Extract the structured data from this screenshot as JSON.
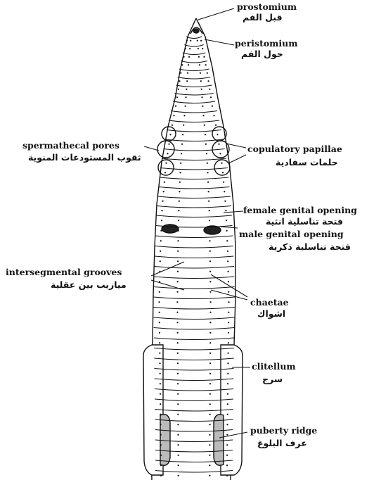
{
  "labels": {
    "prostomium": {
      "en": "prostomium",
      "ar": "قبل الفم"
    },
    "peristomium": {
      "en": "peristomium",
      "ar": "حول الفم"
    },
    "spermathecal_pores": {
      "en": "spermathecal pores",
      "ar": "ثقوب المستودعات المنوية"
    },
    "copulatory_papillae": {
      "en": "copulatory papillae",
      "ar": "حلمات سفادية"
    },
    "female_genital_opening": {
      "en": "female genital opening",
      "ar": "فتحة تناسلية انثية"
    },
    "male_genital_opening": {
      "en": "male genital opening",
      "ar": "فتحة تناسلية ذكرية"
    },
    "intersegmental_grooves": {
      "en": "intersegmental grooves",
      "ar": "ميازيب بين عقلية"
    },
    "chaetae": {
      "en": "chaetae",
      "ar": "اشواك"
    },
    "clitellum": {
      "en": "clitellum",
      "ar": "سرج"
    },
    "puberty_ridge": {
      "en": "puberty ridge",
      "ar": "عرف البلوغ"
    }
  }
}
